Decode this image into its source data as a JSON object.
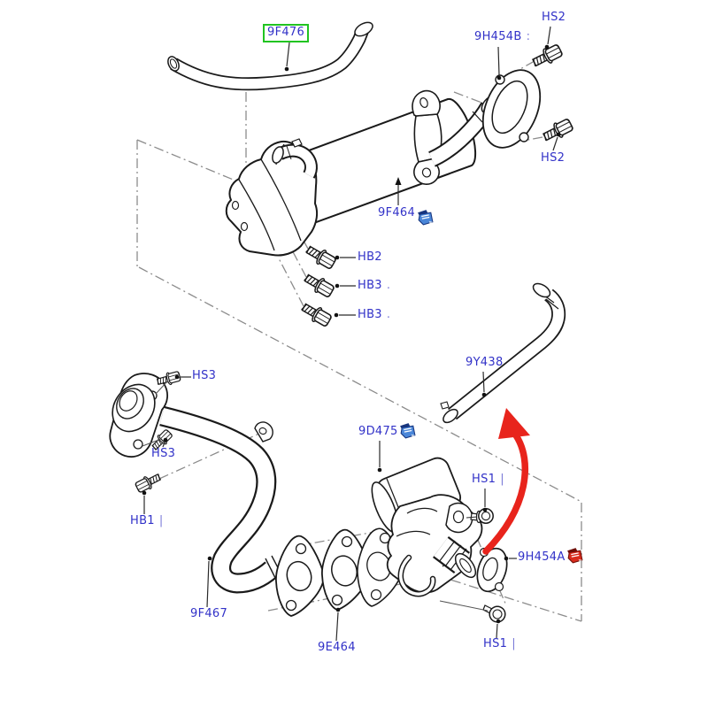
{
  "diagram": {
    "description": "Exploded parts diagram - EGR cooler, valve, tubes, gaskets and fixings",
    "colors": {
      "label": "#3232c8",
      "highlight_box": "#21c421",
      "arrow": "#e8241c",
      "line": "#1a1a1a",
      "construction": "#8c8c8c",
      "note_icon_blue": "#4a86d8",
      "note_icon_red": "#d92b1c"
    },
    "labels": [
      {
        "text": "9F476",
        "highlighted": true
      },
      {
        "text": "9H454B",
        "suffix": ":"
      },
      {
        "text": "HS2"
      },
      {
        "text": "HS2"
      },
      {
        "text": "9F464",
        "icon": "blue-note-icon"
      },
      {
        "text": "HB2"
      },
      {
        "text": "HB3",
        "suffix": "."
      },
      {
        "text": "HB3",
        "suffix": "."
      },
      {
        "text": "9Y438"
      },
      {
        "text": "HS3"
      },
      {
        "text": "HS3"
      },
      {
        "text": "HB1",
        "suffix": "|"
      },
      {
        "text": "9D475",
        "icon": "blue-note-icon"
      },
      {
        "text": "HS1",
        "suffix": "|"
      },
      {
        "text": "9H454A",
        "icon": "red-note-icon"
      },
      {
        "text": "HS1",
        "suffix": "|"
      },
      {
        "text": "9F467"
      },
      {
        "text": "9E464"
      }
    ]
  }
}
